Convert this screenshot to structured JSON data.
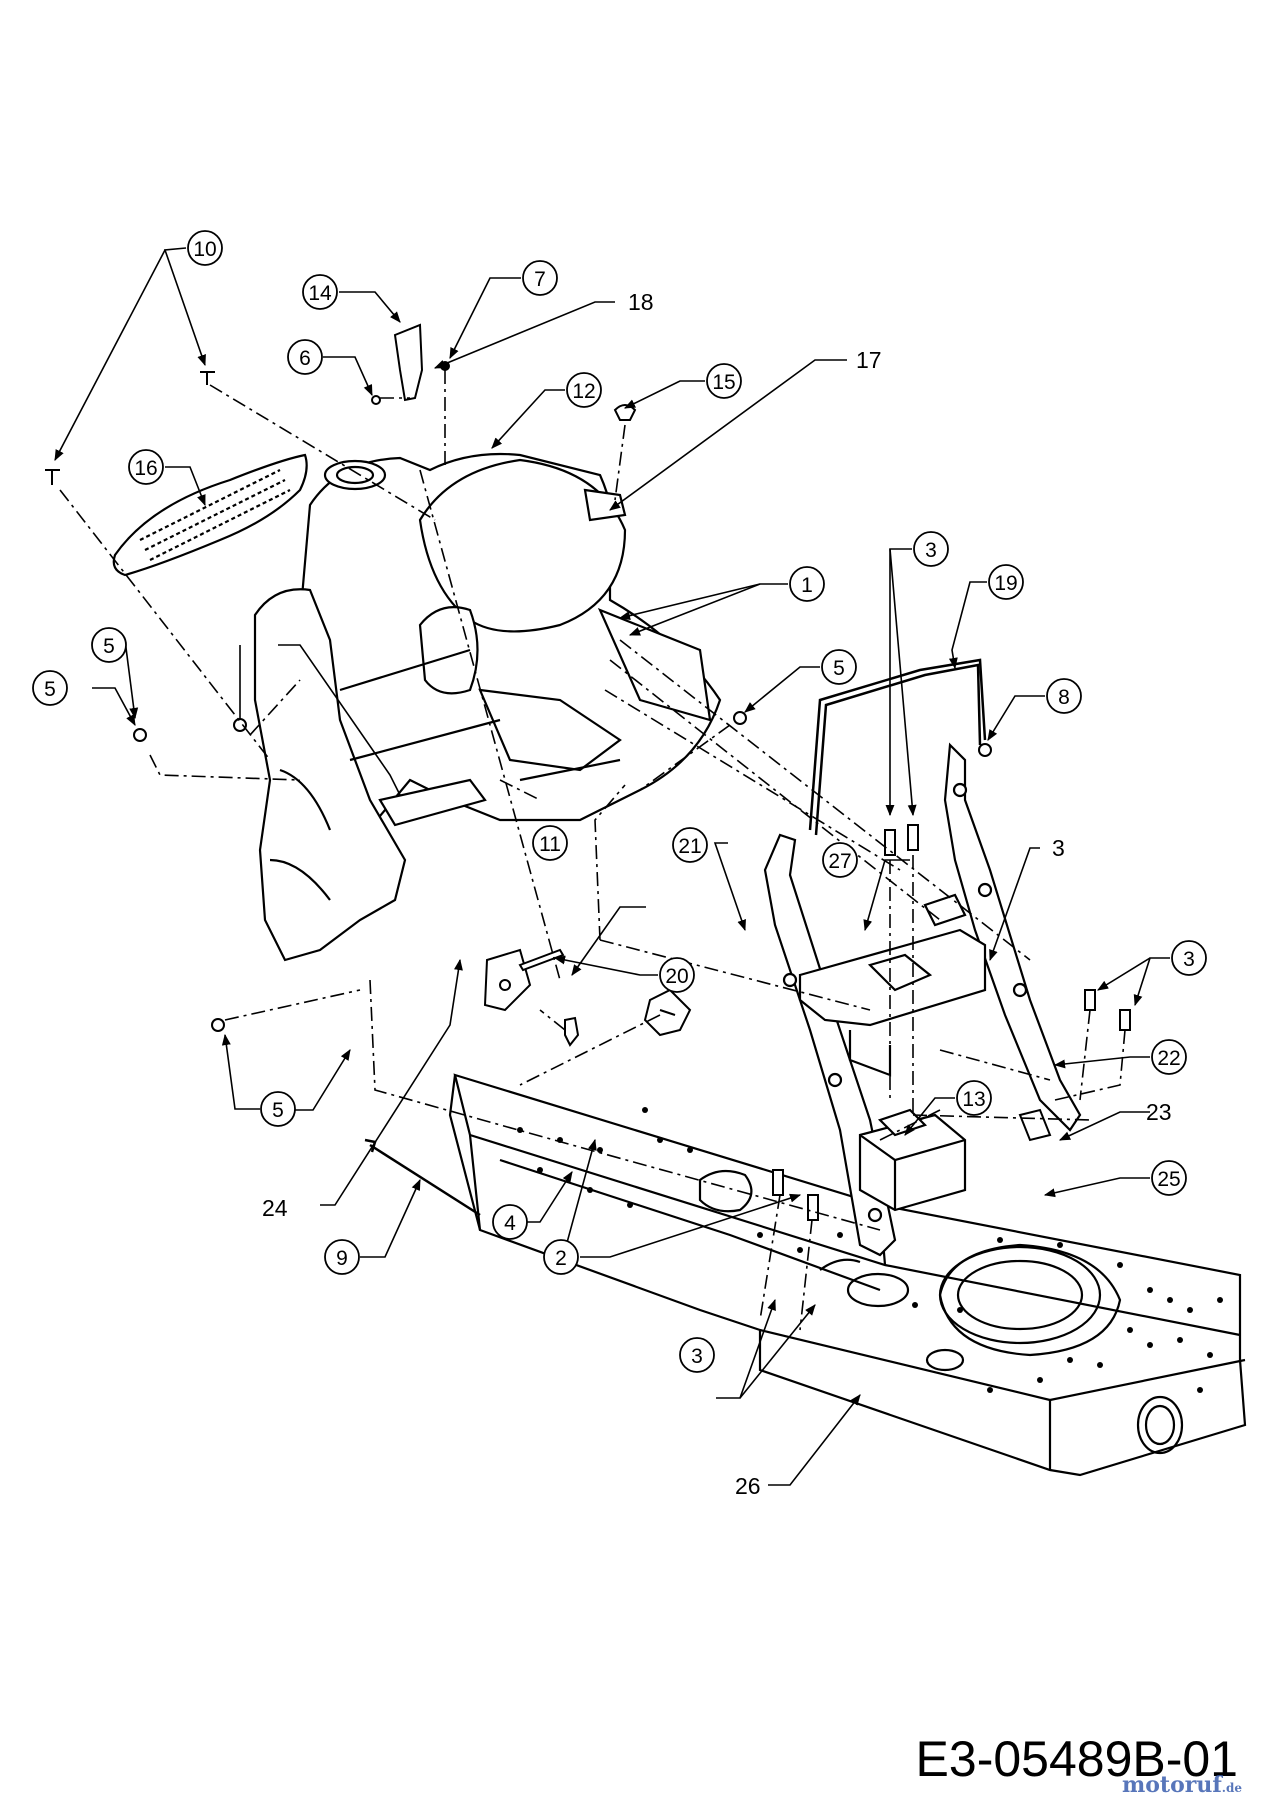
{
  "reference_code": "E3-05489B-01",
  "watermark": {
    "name": "motoruf",
    "tld": ".de"
  },
  "callouts": [
    {
      "id": "c10",
      "label": "10"
    },
    {
      "id": "c14",
      "label": "14"
    },
    {
      "id": "c7",
      "label": "7"
    },
    {
      "id": "c6",
      "label": "6"
    },
    {
      "id": "c12",
      "label": "12"
    },
    {
      "id": "c15",
      "label": "15"
    },
    {
      "id": "c16",
      "label": "16"
    },
    {
      "id": "c1",
      "label": "1"
    },
    {
      "id": "c3a",
      "label": "3"
    },
    {
      "id": "c19",
      "label": "19"
    },
    {
      "id": "c5a",
      "label": "5"
    },
    {
      "id": "c5b",
      "label": "5"
    },
    {
      "id": "c5c",
      "label": "5"
    },
    {
      "id": "c8",
      "label": "8"
    },
    {
      "id": "c11",
      "label": "11"
    },
    {
      "id": "c21",
      "label": "21"
    },
    {
      "id": "c27",
      "label": "27"
    },
    {
      "id": "c20",
      "label": "20"
    },
    {
      "id": "c4",
      "label": "4"
    },
    {
      "id": "c3b",
      "label": "3"
    },
    {
      "id": "c22",
      "label": "22"
    },
    {
      "id": "c5d",
      "label": "5"
    },
    {
      "id": "c13",
      "label": "13"
    },
    {
      "id": "c25",
      "label": "25"
    },
    {
      "id": "c9",
      "label": "9"
    },
    {
      "id": "c2",
      "label": "2"
    },
    {
      "id": "c3c",
      "label": "3"
    }
  ],
  "plain_labels": [
    {
      "id": "l18",
      "label": "18"
    },
    {
      "id": "l17",
      "label": "17"
    },
    {
      "id": "l3",
      "label": "3"
    },
    {
      "id": "l23",
      "label": "23"
    },
    {
      "id": "l24",
      "label": "24"
    },
    {
      "id": "l26",
      "label": "26"
    }
  ]
}
